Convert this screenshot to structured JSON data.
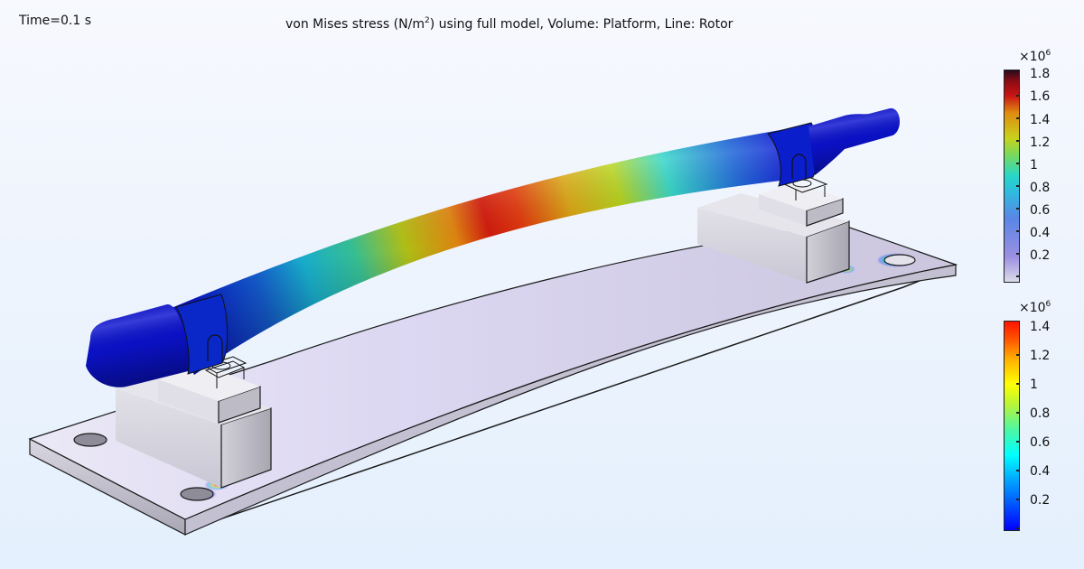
{
  "header": {
    "time_label": "Time=0.1 s",
    "title_prefix": "von Mises stress (N/m",
    "title_superscript": "2",
    "title_suffix": ") using full model, Volume:  Platform, Line: Rotor"
  },
  "scene": {
    "description": "3D rotor on two bearing supports over a deformed platform plate",
    "parts": [
      "Rotor",
      "Platform",
      "Bearing support left",
      "Bearing support right"
    ],
    "colors": {
      "background_top": "#f7f9fe",
      "background_bottom": "#e4f0fd",
      "rotor_low": "#0a16d8",
      "rotor_high": "#d40d0d",
      "platform": "#d8d4ec",
      "support": "#dcdde4"
    }
  },
  "colorbars": [
    {
      "name": "Volume: Platform",
      "multiplier_base": "×10",
      "multiplier_exp": "6",
      "ticks": [
        "1.8",
        "1.6",
        "1.4",
        "1.2",
        "1",
        "0.8",
        "0.6",
        "0.4",
        "0.2"
      ],
      "colormap": "thermal-like (white-violet-blue-cyan-green-yellow-orange-red-dark)"
    },
    {
      "name": "Line: Rotor",
      "multiplier_base": "×10",
      "multiplier_exp": "6",
      "ticks": [
        "1.4",
        "1.2",
        "1",
        "0.8",
        "0.6",
        "0.4",
        "0.2"
      ],
      "colormap": "rainbow (blue-cyan-green-yellow-red)"
    }
  ],
  "chart_data": {
    "type": "heatmap",
    "title": "von Mises stress (N/m^2) using full model, Volume:  Platform, Line: Rotor",
    "annotations": [
      "Time=0.1 s"
    ],
    "colorbars": [
      {
        "label": "Volume: Platform",
        "scale": "x10^6",
        "ticks": [
          1.8,
          1.6,
          1.4,
          1.2,
          1,
          0.8,
          0.6,
          0.4,
          0.2
        ],
        "range": [
          0,
          1.85
        ]
      },
      {
        "label": "Line: Rotor",
        "scale": "x10^6",
        "ticks": [
          1.4,
          1.2,
          1,
          0.8,
          0.6,
          0.4,
          0.2
        ],
        "range": [
          0,
          1.45
        ]
      }
    ]
  }
}
